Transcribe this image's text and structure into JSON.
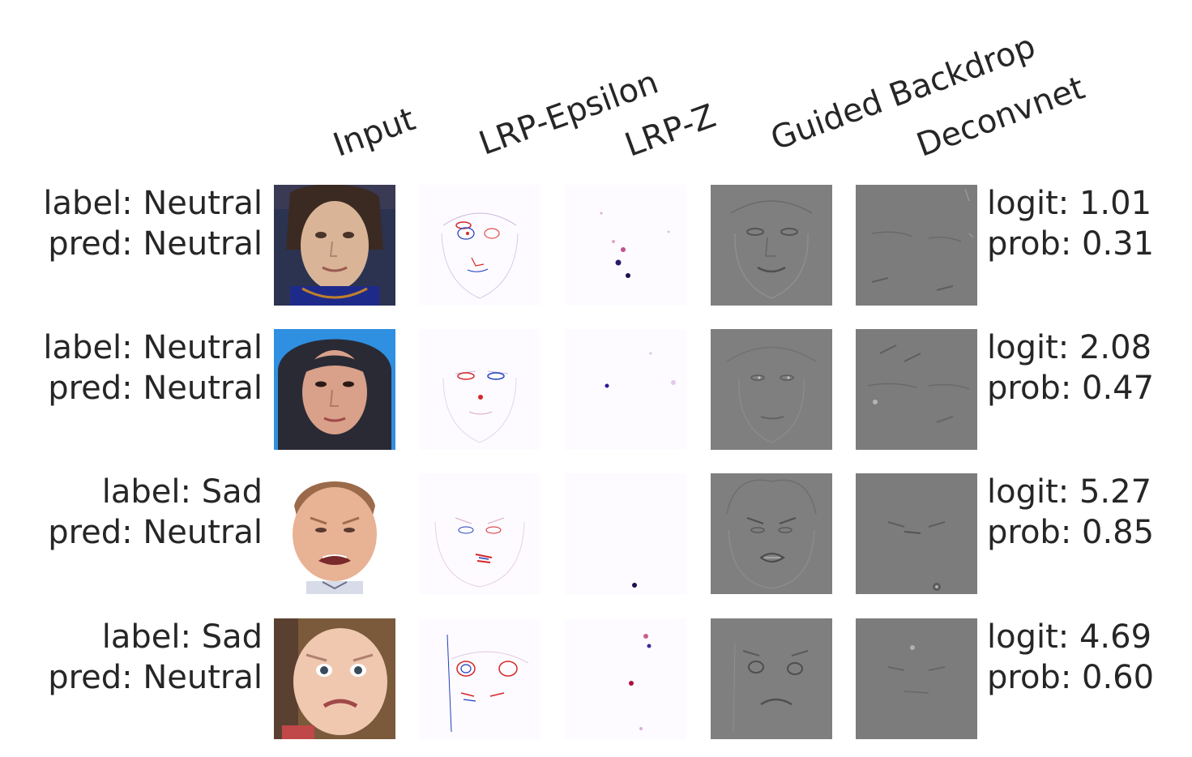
{
  "figure": {
    "columns": [
      {
        "key": "input",
        "label": "Input"
      },
      {
        "key": "lrp_epsilon",
        "label": "LRP-Epsilon"
      },
      {
        "key": "lrp_z",
        "label": "LRP-Z"
      },
      {
        "key": "guided_backprop",
        "label": "Guided Backdrop"
      },
      {
        "key": "deconvnet",
        "label": "Deconvnet"
      }
    ],
    "rows": [
      {
        "label": "label: Neutral",
        "pred": "pred: Neutral",
        "logit": "logit: 1.01",
        "prob": "prob: 0.31",
        "input_image": "woman-face-photo"
      },
      {
        "label": "label: Neutral",
        "pred": "pred: Neutral",
        "logit": "logit: 2.08",
        "prob": "prob: 0.47",
        "input_image": "woman-portrait-blue-background"
      },
      {
        "label": "label: Sad",
        "pred": "pred: Neutral",
        "logit": "logit: 5.27",
        "prob": "prob: 0.85",
        "input_image": "crying-baby-photo"
      },
      {
        "label": "label: Sad",
        "pred": "pred: Neutral",
        "logit": "logit: 4.69",
        "prob": "prob: 0.60",
        "input_image": "sad-baby-photo"
      }
    ],
    "colors": {
      "text": "#262626",
      "lrp_positive": "#d62728",
      "lrp_negative": "#1f3fbf",
      "saliency_gray": "#7f7f7f"
    }
  }
}
